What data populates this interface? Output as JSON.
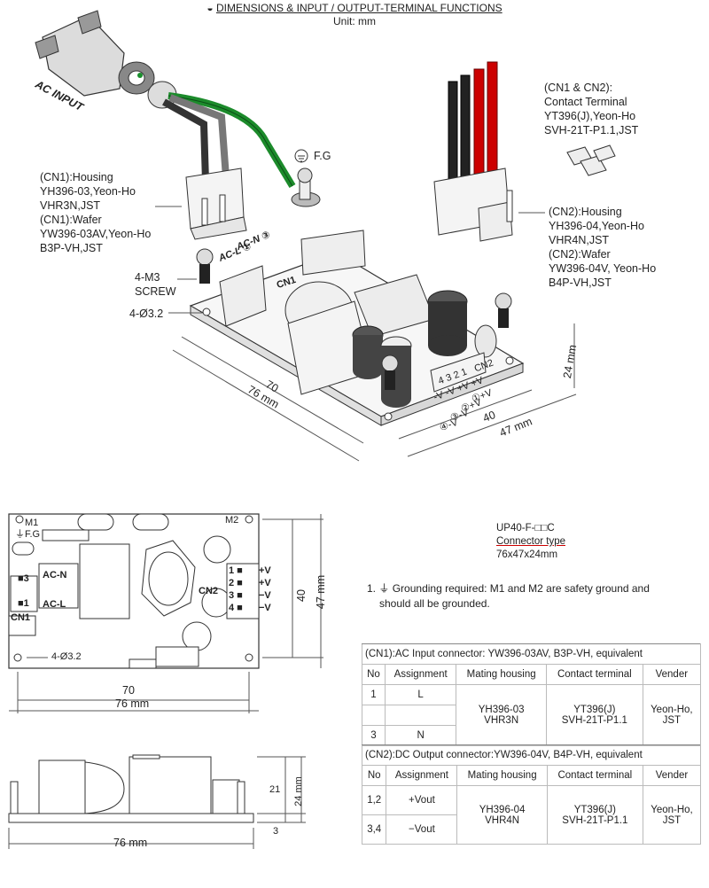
{
  "header": {
    "title": "DIMENSIONS & INPUT / OUTPUT-TERMINAL FUNCTIONS",
    "unit": "Unit: mm"
  },
  "iso_view": {
    "ac_input": "AC INPUT",
    "fg": "F.G",
    "cn1_block": [
      "(CN1):Housing",
      "YH396-03,Yeon-Ho",
      "VHR3N,JST",
      "(CN1):Wafer",
      "YW396-03AV,Yeon-Ho",
      "B3P-VH,JST"
    ],
    "contact_block": [
      "(CN1 & CN2):",
      "Contact Terminal",
      "YT396(J),Yeon-Ho",
      "SVH-21T-P1.1,JST"
    ],
    "cn2_block": [
      "(CN2):Housing",
      "YH396-04,Yeon-Ho",
      "VHR4N,JST",
      "(CN2):Wafer",
      "YW396-04V, Yeon-Ho",
      "B4P-VH,JST"
    ],
    "screw": [
      "4-M3",
      "SCREW"
    ],
    "hole": "4-Ø3.2",
    "ac_n": "AC-N ③",
    "ac_l": "AC-L ①",
    "cn1": "CN1",
    "cn2": "CN2",
    "pins": "4 3 2 1",
    "pin_signs": "-V -V +V +V",
    "pin_list": [
      "①+V",
      "②+V",
      "③-V",
      "④-V"
    ],
    "dim_70": "70",
    "dim_76": "76 mm",
    "dim_40": "40",
    "dim_47": "47 mm",
    "dim_24": "24 mm"
  },
  "top_view": {
    "m1": "M1",
    "fg": "F.G",
    "m2": "M2",
    "ac_n": "AC-N",
    "ac_l": "AC-L",
    "pin3": "3",
    "pin1": "1",
    "cn1": "CN1",
    "cn2": "CN2",
    "cn2_pins": [
      "1",
      "2",
      "3",
      "4"
    ],
    "cn2_signs": [
      "+V",
      "+V",
      "−V",
      "−V"
    ],
    "hole": "4-Ø3.2",
    "dim_70": "70",
    "dim_76": "76 mm",
    "dim_40": "40",
    "dim_47": "47 mm"
  },
  "side_view": {
    "dim_76": "76 mm",
    "dim_21": "21",
    "dim_24": "24 mm",
    "dim_3": "3"
  },
  "notes": {
    "model": "UP40-F-□□C",
    "connector_type": "Connector type",
    "size": "76x47x24mm",
    "note1_prefix": "1.",
    "note1_text": "Grounding required: M1 and M2 are safety ground and",
    "note1_text2": "should all be grounded."
  },
  "cn1_table": {
    "title": "(CN1):AC Input connector: YW396-03AV, B3P-VH, equivalent",
    "headers": [
      "No",
      "Assignment",
      "Mating housing",
      "Contact terminal",
      "Vender"
    ],
    "rows": [
      {
        "no": "1",
        "assign": "L"
      },
      {
        "no": "",
        "assign": ""
      },
      {
        "no": "3",
        "assign": "N"
      }
    ],
    "housing": [
      "YH396-03",
      "VHR3N"
    ],
    "terminal": [
      "YT396(J)",
      "SVH-21T-P1.1"
    ],
    "vender": [
      "Yeon-Ho,",
      "JST"
    ]
  },
  "cn2_table": {
    "title": "(CN2):DC Output connector:YW396-04V, B4P-VH, equivalent",
    "headers": [
      "No",
      "Assignment",
      "Mating housing",
      "Contact terminal",
      "Vender"
    ],
    "rows": [
      {
        "no": "1,2",
        "assign": "+Vout"
      },
      {
        "no": "3,4",
        "assign": "−Vout"
      }
    ],
    "housing": [
      "YH396-04",
      "VHR4N"
    ],
    "terminal": [
      "YT396(J)",
      "SVH-21T-P1.1"
    ],
    "vender": [
      "Yeon-Ho,",
      "JST"
    ]
  }
}
